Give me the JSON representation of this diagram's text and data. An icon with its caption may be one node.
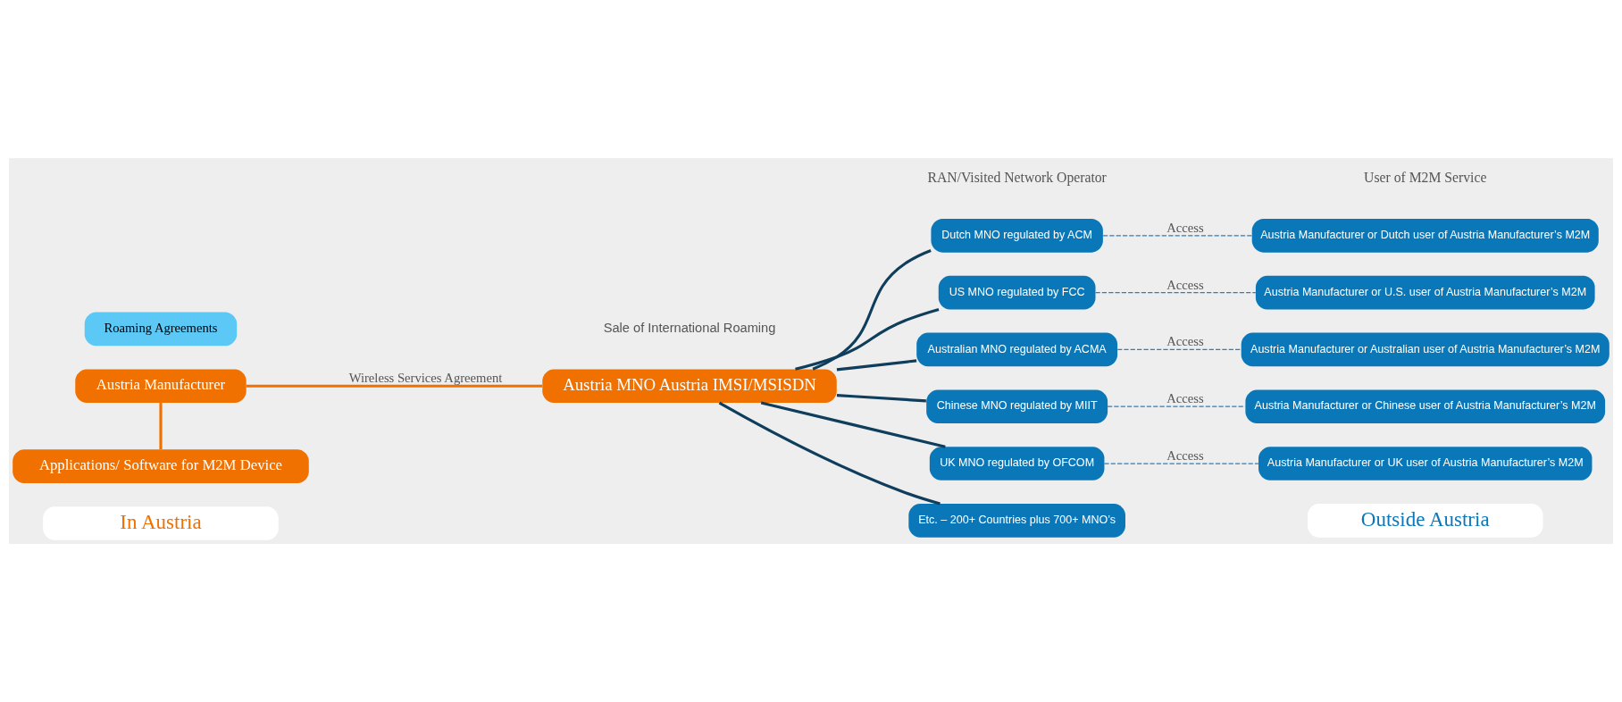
{
  "diagram": {
    "nodes": [
      {
        "text": [
          "In Austria"
        ]
      },
      {
        "text": [
          "Outside Austria"
        ]
      },
      {
        "text": [
          "Austria Manufacturer"
        ]
      },
      {
        "text": [
          "Applications/ Software for M2M Device"
        ]
      },
      {
        "text": [
          "Austria MNO Austria IMSI/MSISDN"
        ]
      },
      {
        "text": [
          "Roaming Agreements"
        ]
      },
      {
        "text": [
          "Dutch MNO regulated by ACM"
        ]
      },
      {
        "text": [
          "US MNO regulated by FCC"
        ]
      },
      {
        "text": [
          "Australian MNO regulated by ACMA"
        ]
      },
      {
        "text": [
          "Chinese MNO regulated by MIIT"
        ]
      },
      {
        "text": [
          "UK MNO regulated by OFCOM"
        ]
      },
      {
        "text": [
          "Etc. – 200+ Countries plus 700+ MNO’s"
        ]
      },
      {
        "text": [
          "Austria Manufacturer or Dutch user of Austria Manufacturer’s M2M"
        ]
      },
      {
        "text": [
          "Austria Manufacturer or U.S. user of Austria Manufacturer’s M2M"
        ]
      },
      {
        "text": [
          "Austria Manufacturer or Australian user of Austria Manufacturer’s M2M"
        ]
      },
      {
        "text": [
          "Austria Manufacturer or Chinese user of Austria Manufacturer’s M2M"
        ]
      },
      {
        "text": [
          "Austria Manufacturer or UK user of Austria Manufacturer’s M2M"
        ]
      }
    ],
    "edges": [
      {
        "from": 2,
        "to": 3,
        "arrow": "none",
        "color": "#f07000"
      },
      {
        "from": 2,
        "to": 4,
        "arrow": "none",
        "label": "Wireless Services Agreement",
        "color": "#f07000"
      },
      {
        "from": 4,
        "to": 6,
        "arrow": "none"
      },
      {
        "from": 4,
        "to": 7,
        "arrow": "none"
      },
      {
        "from": 4,
        "to": 8,
        "arrow": "none"
      },
      {
        "from": 4,
        "to": 9,
        "arrow": "none"
      },
      {
        "from": 4,
        "to": 10,
        "arrow": "none"
      },
      {
        "from": 4,
        "to": 11,
        "arrow": "none"
      },
      {
        "from": 6,
        "to": 12,
        "arrow": "none",
        "label": "Access",
        "style": "dashed",
        "color": "#2a7fc0"
      },
      {
        "from": 7,
        "to": 13,
        "arrow": "none",
        "label": "Access",
        "style": "dashed",
        "color": "#2a7fc0"
      },
      {
        "from": 8,
        "to": 14,
        "arrow": "none",
        "label": "Access",
        "style": "dashed",
        "color": "#2a7fc0"
      },
      {
        "from": 9,
        "to": 15,
        "arrow": "none",
        "label": "Access",
        "style": "dashed",
        "color": "#2a7fc0"
      },
      {
        "from": 10,
        "to": 16,
        "arrow": "none",
        "label": "Access",
        "style": "dashed",
        "color": "#2a7fc0"
      }
    ],
    "labels": [
      "RAN/Visited Network Operator",
      "User of M2M Service",
      "Sale of International Roaming"
    ]
  }
}
